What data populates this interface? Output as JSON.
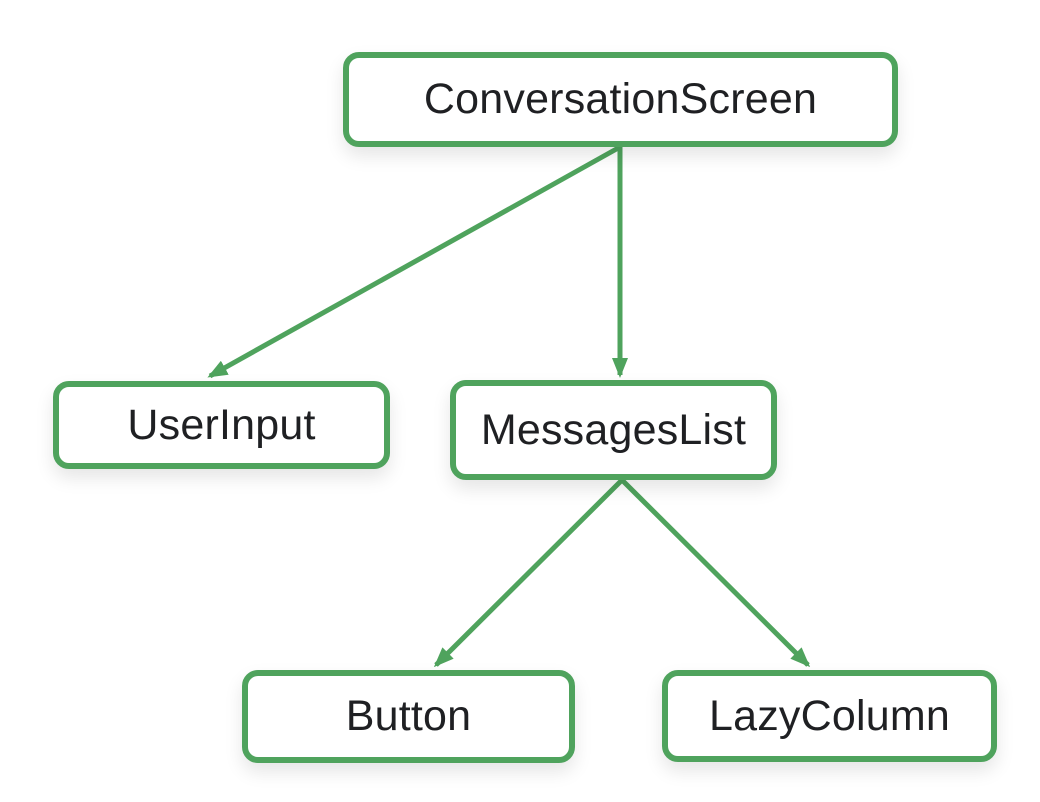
{
  "theme": {
    "accent_color": "#4FA35D",
    "text_color": "#1F2023",
    "background_color": "#ffffff"
  },
  "diagram": {
    "type": "tree",
    "nodes": [
      {
        "id": "conversation-screen",
        "label": "ConversationScreen"
      },
      {
        "id": "user-input",
        "label": "UserInput"
      },
      {
        "id": "messages-list",
        "label": "MessagesList"
      },
      {
        "id": "button",
        "label": "Button"
      },
      {
        "id": "lazy-column",
        "label": "LazyColumn"
      }
    ],
    "edges": [
      {
        "from": "ConversationScreen",
        "to": "UserInput"
      },
      {
        "from": "ConversationScreen",
        "to": "MessagesList"
      },
      {
        "from": "MessagesList",
        "to": "Button"
      },
      {
        "from": "MessagesList",
        "to": "LazyColumn"
      }
    ]
  }
}
